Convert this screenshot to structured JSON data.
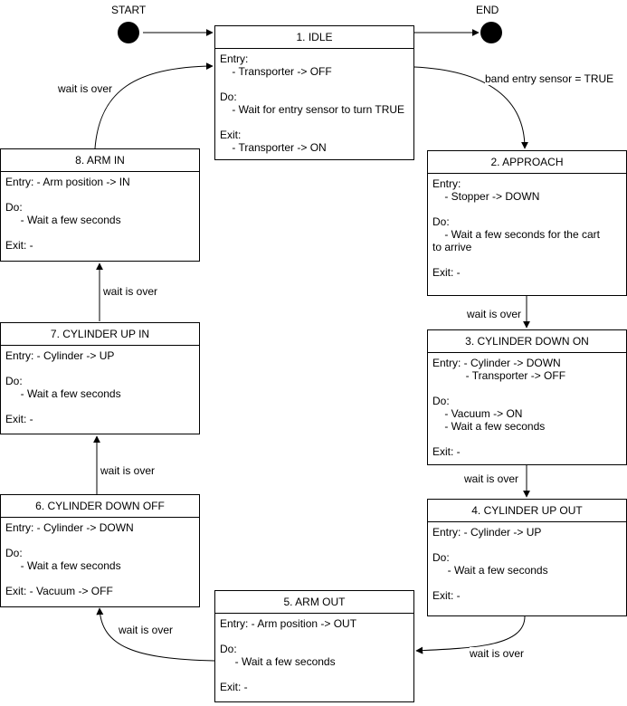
{
  "start_label": "START",
  "end_label": "END",
  "states": [
    {
      "title": "1. IDLE",
      "lines": [
        "Entry:",
        "    - Transporter -> OFF",
        "",
        "Do:",
        "    - Wait for entry sensor to turn TRUE",
        "",
        "Exit:",
        "    - Transporter -> ON"
      ]
    },
    {
      "title": "2. APPROACH",
      "lines": [
        "Entry:",
        "    - Stopper -> DOWN",
        "",
        "Do:",
        "    - Wait a few seconds for the cart",
        "to arrive",
        "",
        "Exit: -"
      ]
    },
    {
      "title": "3. CYLINDER DOWN ON",
      "lines": [
        "Entry: - Cylinder -> DOWN",
        "           - Transporter -> OFF",
        "",
        "Do:",
        "    - Vacuum -> ON",
        "    - Wait a few seconds",
        "",
        "Exit: -"
      ]
    },
    {
      "title": "4. CYLINDER UP OUT",
      "lines": [
        "Entry: - Cylinder -> UP",
        "",
        "Do:",
        "     - Wait a few seconds",
        "",
        "Exit: -"
      ]
    },
    {
      "title": "5. ARM OUT",
      "lines": [
        "Entry: - Arm position -> OUT",
        "",
        "Do:",
        "     - Wait a few seconds",
        "",
        "Exit: -"
      ]
    },
    {
      "title": "6. CYLINDER DOWN OFF",
      "lines": [
        "Entry: - Cylinder -> DOWN",
        "",
        "Do:",
        "     - Wait a few seconds",
        "",
        "Exit: - Vacuum -> OFF"
      ]
    },
    {
      "title": "7. CYLINDER UP IN",
      "lines": [
        "Entry: - Cylinder -> UP",
        "",
        "Do:",
        "     - Wait a few seconds",
        "",
        "Exit: -"
      ]
    },
    {
      "title": "8. ARM IN",
      "lines": [
        "Entry: - Arm position -> IN",
        "",
        "Do:",
        "     - Wait a few seconds",
        "",
        "Exit: -"
      ]
    }
  ],
  "transitions": [
    {
      "label": "band entry sensor = TRUE"
    },
    {
      "label": "wait is over"
    },
    {
      "label": "wait is over"
    },
    {
      "label": "wait is over"
    },
    {
      "label": "wait is over"
    },
    {
      "label": "wait is over"
    },
    {
      "label": "wait is over"
    },
    {
      "label": "wait is over"
    }
  ]
}
